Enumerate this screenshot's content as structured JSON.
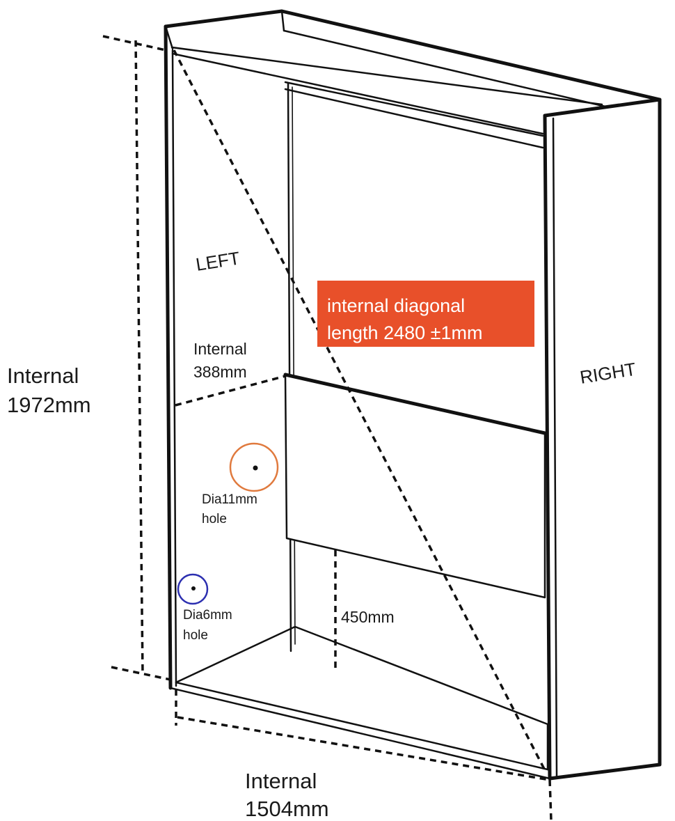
{
  "labels": {
    "left_panel": "LEFT",
    "right_panel": "RIGHT",
    "height_line1": "Internal",
    "height_line2": "1972mm",
    "width_line1": "Internal",
    "width_line2": "1504mm",
    "depth_line1": "Internal",
    "depth_line2": "388mm",
    "diagonal_line1": "internal diagonal",
    "diagonal_line2": "length 2480 ±1mm",
    "gap": "450mm",
    "hole_large_line1": "Dia11mm",
    "hole_large_line2": "hole",
    "hole_small_line1": "Dia6mm",
    "hole_small_line2": "hole"
  },
  "colors": {
    "callout_fill": "#e8502a",
    "callout_text": "#ffffff",
    "hole_large_ring": "#e07a3e",
    "hole_small_ring": "#2c2fb0",
    "line": "#111111"
  }
}
